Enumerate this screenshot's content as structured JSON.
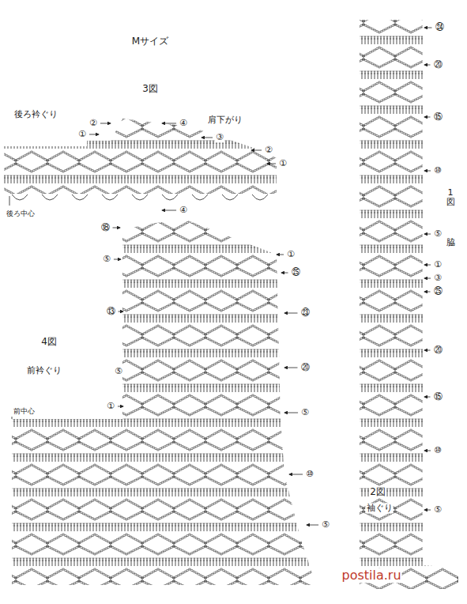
{
  "diagram": {
    "title": "Mサイズ",
    "labels": [
      "3図",
      "後ろ衿ぐり",
      "肩下がり",
      "②",
      "①",
      "④",
      "③",
      "②",
      "①",
      "後ろ中心",
      "⑱",
      "④",
      "⑤",
      "①",
      "㉕",
      "⑬",
      "㉓",
      "4図",
      "前衿ぐり",
      "⑤",
      "⑳",
      "①",
      "前中心",
      "⑤",
      "⑩",
      "⑤",
      "㉔",
      "⑳",
      "⑮",
      "⑩",
      "1図",
      "⑤",
      "脇",
      "①",
      "③",
      "㉕",
      "⑳",
      "⑮",
      "⑩",
      "2図",
      "袖ぐり",
      "⑤",
      "postila.ru"
    ]
  }
}
